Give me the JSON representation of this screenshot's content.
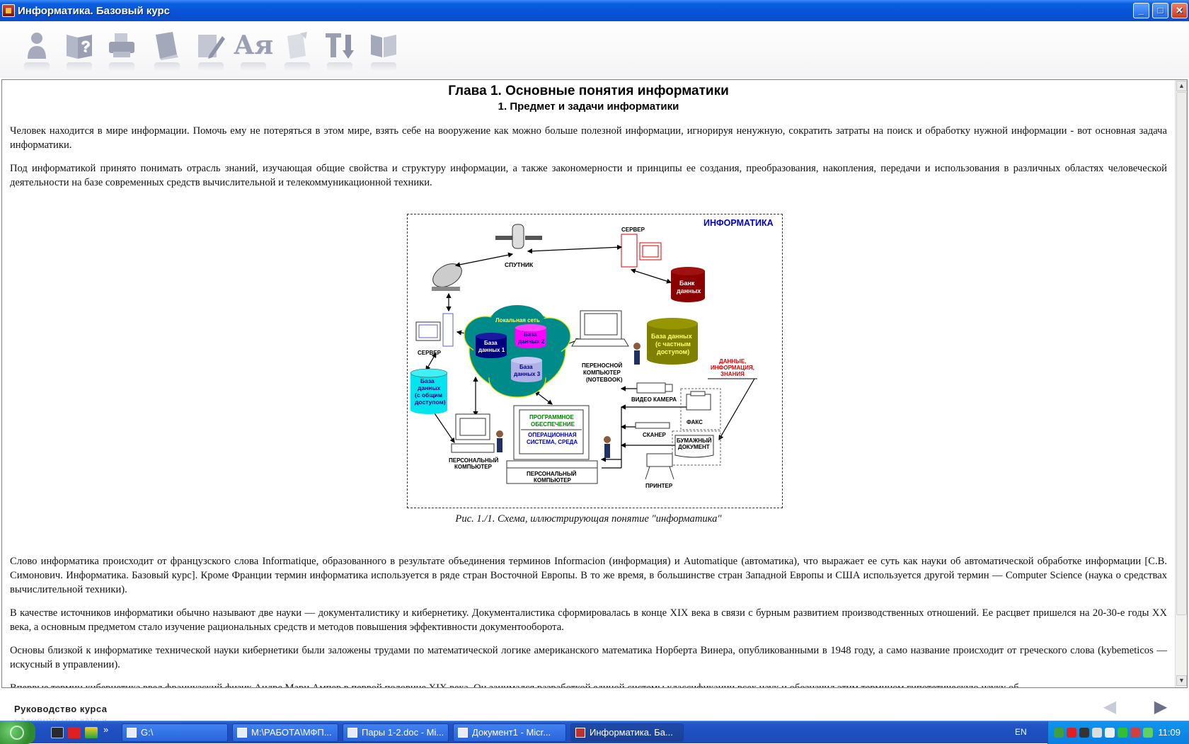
{
  "window": {
    "title": "Информатика. Базовый курс",
    "minimize": "_",
    "maximize": "□",
    "close": "✕"
  },
  "toolbar": {
    "icons": [
      "person-icon",
      "help-book-icon",
      "printer-icon",
      "book-icon",
      "pencil-icon",
      "dictionary-icon",
      "note-icon",
      "sort-icon",
      "open-book-icon"
    ],
    "dictionary_glyph": "Ая"
  },
  "document": {
    "chapter_title": "Глава 1. Основные понятия информатики",
    "section_title": "1. Предмет и задачи информатики",
    "paragraphs": [
      "Человек находится в мире информации. Помочь ему не потеряться в этом мире, взять себе на вооружение как можно больше полезной информации, игнорируя ненужную, сократить затраты на поиск и обработку нужной информации - вот основная задача информатики.",
      "Под информатикой принято понимать отрасль знаний, изучающая общие свойства и структуру информации, а также закономерности и принципы ее создания, преобразования, накопления, передачи и использования в различных областях человеческой деятельности на базе современных средств вычислительной и телекоммуникационной техники."
    ],
    "figure_caption": "Рис. 1./1. Схема, иллюстрирующая понятие \"информатика\"",
    "paragraphs_after": [
      "Слово информатика происходит от французского слова Informatique, образованного в результате объединения терминов Informacion (информация) и Automatique (автоматика), что выражает ее суть как науки об автоматической обработке информации [С.В. Симонович. Информатика. Базовый курс]. Кроме Франции термин информатика используется в ряде стран Восточной Европы. В то же время, в большинстве стран Западной Европы и США используется другой термин — Computer Science (наука о средствах вычислительной техники).",
      "В качестве источников информатики обычно называют две науки — документалистику и кибернетику. Документалистика сформировалась в конце XIX века в связи с бурным развитием производственных отношений. Ее расцвет пришелся на 20-30-е годы XX века, а основным предметом стало изучение рациональных средств и методов повышения эффективности документооборота.",
      "Основы близкой к информатике технической науки кибернетики были заложены трудами по математической логике американского математика Норберта Винера, опубликованными в 1948 году, а само название происходит от греческого слова (kybemeticos — искусный в управлении).",
      "Впервые термин кибернетика ввел французский физик Андре Мари Ампер в первой половине XIX века. Он занимался разработкой единой системы классификации всех наук и обозначил этим термином гипотетическую науку об"
    ]
  },
  "diagram": {
    "title": "ИНФОРМАТИКА",
    "satellite": "СПУТНИК",
    "server_top": "СЕРВЕР",
    "databank_1": "Банк",
    "databank_2": "данных",
    "server_left": "СЕРВЕР",
    "local_net": "Локальная сеть",
    "db1_1": "База",
    "db1_2": "данных 1",
    "db2_1": "База",
    "db2_2": "данных 2",
    "db3_1": "База",
    "db3_2": "данных 3",
    "laptop_1": "ПЕРЕНОСНОЙ",
    "laptop_2": "КОМПЬЮТЕР",
    "laptop_3": "(NOTEBOOK)",
    "private_db_1": "База данных",
    "private_db_2": "(с частным",
    "private_db_3": "доступом)",
    "data_1": "ДАННЫЕ,",
    "data_2": "ИНФОРМАЦИЯ,",
    "data_3": "ЗНАНИЯ",
    "public_db_1": "База",
    "public_db_2": "данных",
    "public_db_3": "(с общим",
    "public_db_4": "доступом)",
    "video": "ВИДЕО КАМЕРА",
    "fax": "ФАКС",
    "scanner": "СКАНЕР",
    "paper_1": "БУМАЖНЫЙ",
    "paper_2": "ДОКУМЕНТ",
    "software_1": "ПРОГРАММНОЕ",
    "software_2": "ОБЕСПЕЧЕНИЕ",
    "os_1": "ОПЕРАЦИОННАЯ",
    "os_2": "СИСТЕМА, СРЕДА",
    "pc_small_1": "ПЕРСОНАЛЬНЫЙ",
    "pc_small_2": "КОМПЬЮТЕР",
    "pc_big_1": "ПЕРСОНАЛЬНЫЙ",
    "pc_big_2": "КОМПЬЮТЕР",
    "printer": "ПРИНТЕР"
  },
  "footer": {
    "guide_label": "Руководство курса",
    "prev": "◀",
    "next": "▶"
  },
  "taskbar": {
    "tasks": [
      {
        "label": "G:\\"
      },
      {
        "label": "M:\\РАБОТА\\МФП..."
      },
      {
        "label": "Пары 1-2.doc - Mi..."
      },
      {
        "label": "Документ1 - Micr..."
      },
      {
        "label": "Информатика. Ба..."
      }
    ],
    "lang": "EN",
    "clock": "11:09",
    "more": "»"
  },
  "colors": {
    "titlebar": "#0752d6",
    "cloud": "#008b8b",
    "databank": "#8b0000",
    "private_db": "#808000",
    "public_db": "#00e5ee",
    "db1": "#000080",
    "db2": "#ff00ff",
    "db3": "#b0b0e8",
    "accent_blue": "#0000cc",
    "accent_red": "#e00000",
    "accent_green": "#008000"
  }
}
